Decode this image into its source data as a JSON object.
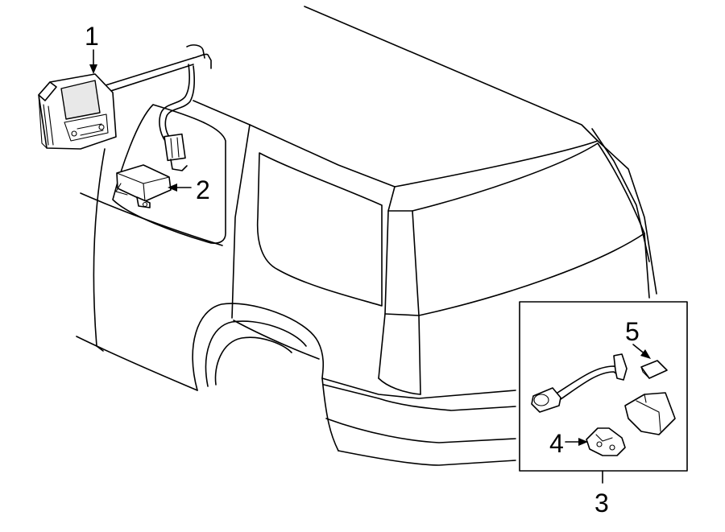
{
  "diagram": {
    "callouts": {
      "c1": "1",
      "c2": "2",
      "c3": "3",
      "c4": "4",
      "c5": "5"
    }
  }
}
